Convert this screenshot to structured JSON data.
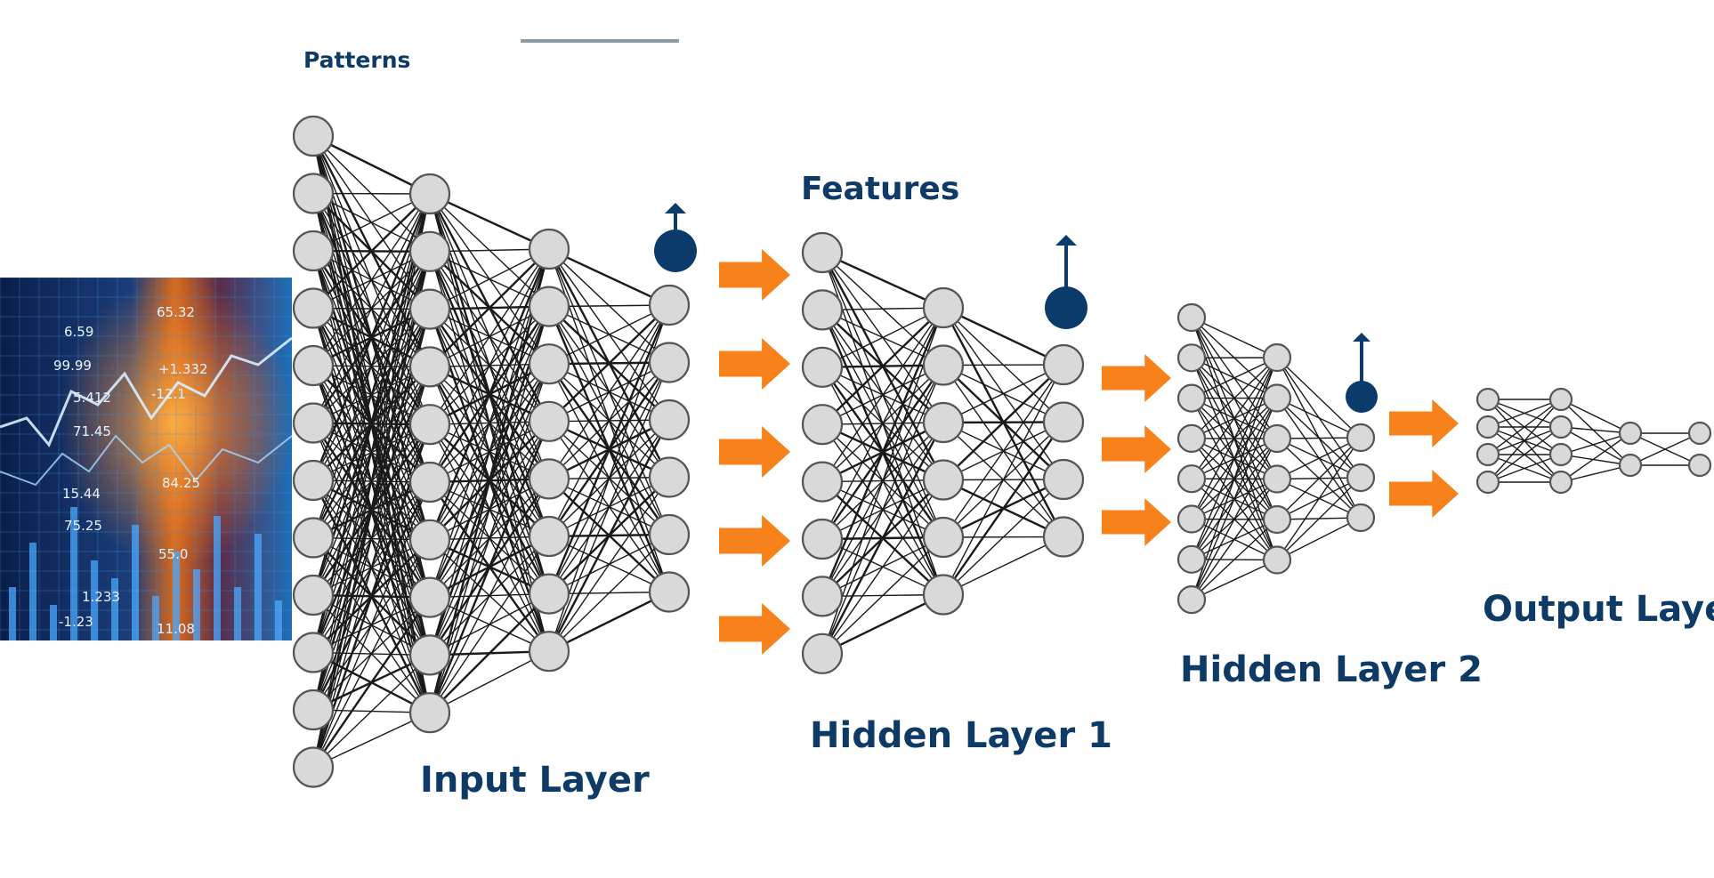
{
  "labels": {
    "patterns": "Patterns",
    "features": "Features",
    "input_layer": "Input Layer",
    "hidden_layer_1": "Hidden Layer 1",
    "hidden_layer_2": "Hidden Layer 2",
    "output_layer": "Output Layer"
  },
  "stock_image_numbers": [
    "6.59",
    "99.99",
    "5.412",
    "71.45",
    "15.44",
    "75.25",
    "1.233",
    "-1.23",
    "65.32",
    "+1.332",
    "-12.1",
    "84.25",
    "11.08",
    "55.0"
  ],
  "colors": {
    "label": "#0e3a66",
    "marker": "#0b3b6b",
    "arrow": "#f7811b",
    "node_fill": "#d9d9d9",
    "node_stroke": "#555555",
    "edge": "#1a1a1a"
  },
  "icons": [
    "extraction-marker-icon",
    "flow-arrow-icon",
    "stock-market-photo"
  ]
}
